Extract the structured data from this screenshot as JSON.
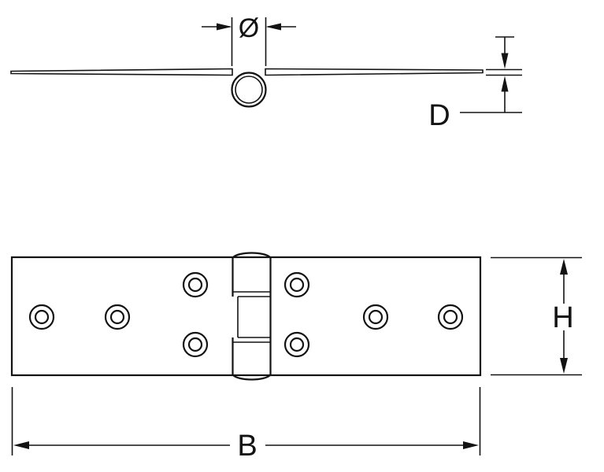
{
  "diagram": {
    "kind": "hinge-technical-drawing",
    "background": "#ffffff",
    "line_color": "#131313",
    "views": [
      "side-profile",
      "front-face"
    ],
    "screw_hole_count": 8
  },
  "labels": {
    "pin_diameter": "Ø",
    "leaf_thickness": "D",
    "leaf_height": "H",
    "overall_width": "B"
  }
}
